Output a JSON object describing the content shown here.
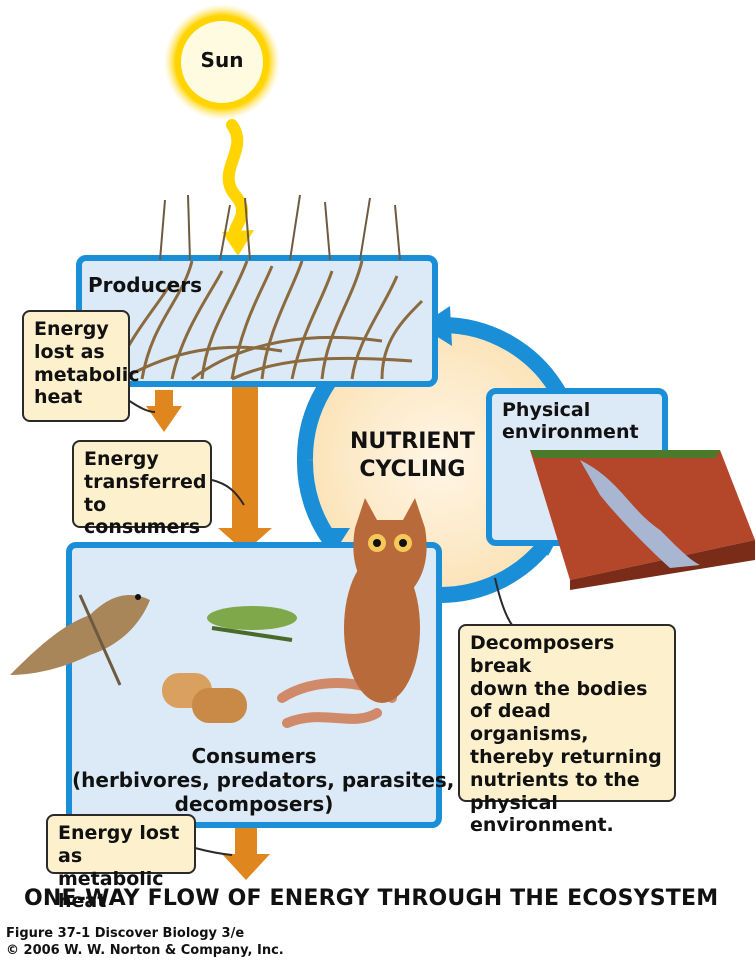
{
  "sun": {
    "label": "Sun"
  },
  "producers": {
    "label": "Producers"
  },
  "physical_environment": {
    "lines": [
      "Physical",
      "environment"
    ]
  },
  "nutrient_cycling": {
    "lines": [
      "NUTRIENT",
      "CYCLING"
    ]
  },
  "consumers": {
    "label": "Consumers",
    "sublines": [
      "(herbivores, predators, parasites,",
      "decomposers)"
    ]
  },
  "callouts": {
    "energy_lost_producers": [
      "Energy",
      "lost as",
      "metabolic",
      "heat"
    ],
    "energy_transferred": [
      "Energy",
      "transferred",
      "to consumers"
    ],
    "decomposers": [
      "Decomposers break",
      "down the bodies",
      "of dead organisms,",
      "thereby returning",
      "nutrients to the",
      "physical environment."
    ],
    "energy_lost_consumers": [
      "Energy lost as",
      "metabolic heat"
    ]
  },
  "title": "ONE-WAY FLOW OF ENERGY THROUGH THE ECOSYSTEM",
  "caption": [
    "Figure 37-1  Discover Biology 3/e",
    "© 2006 W. W. Norton & Company, Inc."
  ],
  "colors": {
    "box_border": "#1a8fd8",
    "box_fill": "#dbeaf6",
    "energy_arrow": "#e0861e",
    "cycle_arrow": "#1a8fd8",
    "callout_fill": "#fdf0cc",
    "sun": "#ffd400"
  }
}
